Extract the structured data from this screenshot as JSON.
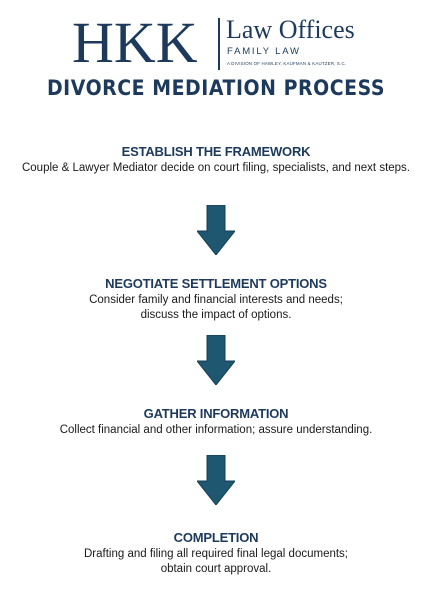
{
  "logo": {
    "initials": "HKK",
    "name": "Law Offices",
    "practice": "FAMILY LAW",
    "division": "A DIVISION OF HAWLEY, KAUFMAN & KAUTZER, S.C."
  },
  "title": "DIVORCE MEDIATION PROCESS",
  "colors": {
    "brand": "#1d3a5c",
    "arrow": "#1f5670",
    "text": "#1a1a1a"
  },
  "steps": [
    {
      "title": "ESTABLISH THE FRAMEWORK",
      "description": "Couple & Lawyer Mediator decide on court filing, specialists, and next steps."
    },
    {
      "title": "NEGOTIATE SETTLEMENT OPTIONS",
      "description": "Consider family and financial interests and needs; discuss the impact of options."
    },
    {
      "title": "GATHER INFORMATION",
      "description": "Collect financial and other information; assure understanding."
    },
    {
      "title": "COMPLETION",
      "description": "Drafting and filing all required final legal documents; obtain court approval."
    }
  ],
  "connectors": [
    {
      "icon": "arrow-down-icon"
    },
    {
      "icon": "arrow-down-icon"
    },
    {
      "icon": "arrow-down-icon"
    }
  ]
}
